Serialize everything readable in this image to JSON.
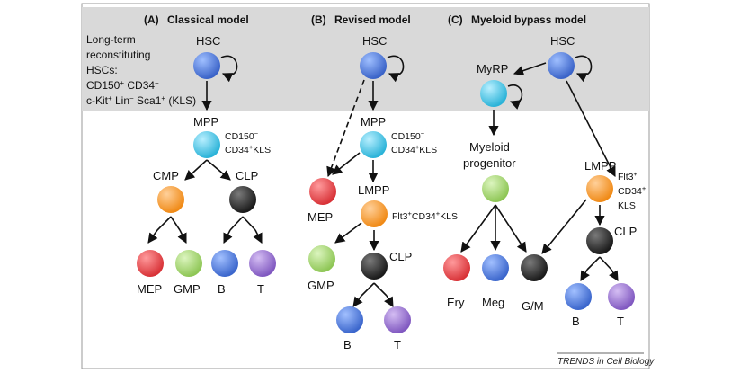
{
  "panels": {
    "a": {
      "letter": "(A)",
      "title": "Classical model"
    },
    "b": {
      "letter": "(B)",
      "title": "Revised model"
    },
    "c": {
      "letter": "(C)",
      "title": "Myeloid bypass model"
    }
  },
  "lt_hsc": {
    "line1": "Long-term",
    "line2": "reconstituting",
    "line3": "HSCs:",
    "line4_a": "CD150",
    "line4_a_sup": "+",
    "line4_b": " CD34",
    "line4_b_sup": "−",
    "line5_a": "c-Kit",
    "line5_a_sup": "+",
    "line5_b": " Lin",
    "line5_b_sup": "−",
    "line5_c": " Sca1",
    "line5_c_sup": "+",
    "line5_d": " (KLS)"
  },
  "labels": {
    "hsc": "HSC",
    "mpp": "MPP",
    "cmp": "CMP",
    "clp": "CLP",
    "mep": "MEP",
    "gmp": "GMP",
    "b": "B",
    "t": "T",
    "lmpp": "LMPP",
    "myrp": "MyRP",
    "myeloid_line1": "Myeloid",
    "myeloid_line2": "progenitor",
    "ery": "Ery",
    "meg": "Meg",
    "gm": "G/M"
  },
  "markers": {
    "mpp_line1": "CD150",
    "mpp_line1_sup": "−",
    "mpp_line2_a": "CD34",
    "mpp_line2_sup": "+",
    "mpp_line2_b": "KLS",
    "lmpp_b_a": "Flt3",
    "lmpp_b_sup1": "+",
    "lmpp_b_b": "CD34",
    "lmpp_b_sup2": "+",
    "lmpp_b_c": "KLS",
    "lmpp_c_line1": "Flt3",
    "lmpp_c_line1_sup": "+",
    "lmpp_c_line2": "CD34",
    "lmpp_c_line2_sup": "+",
    "lmpp_c_line3": "KLS"
  },
  "credit": "TRENDS in Cell Biology",
  "colors": {
    "band": "#d9d9d9",
    "hsc": "#4f7fe0",
    "mpp": "#4dc9ea",
    "orange": "#f99a2b",
    "black": "#2a2a2a",
    "red": "#e8474b",
    "green": "#a4d76a",
    "blue": "#4f7fe0",
    "purple": "#9b73cf"
  }
}
